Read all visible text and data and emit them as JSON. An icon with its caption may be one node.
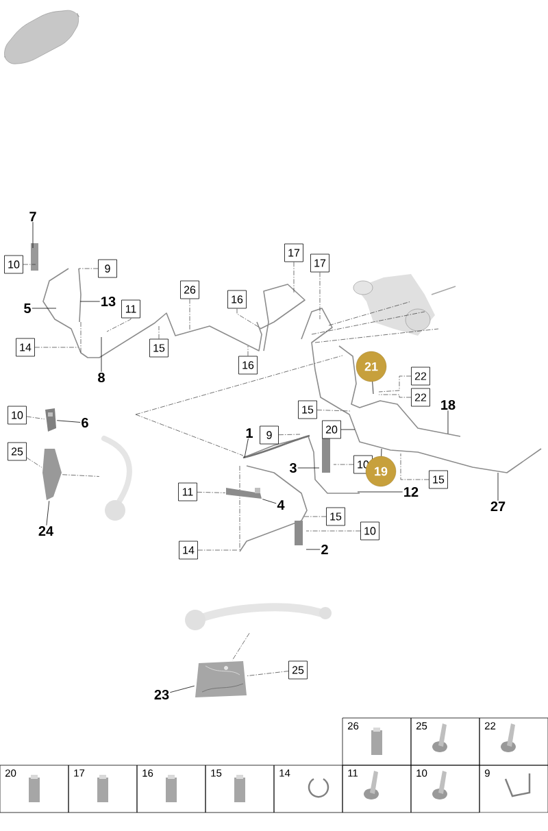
{
  "diagram": {
    "nodes": [
      {
        "text": [
          "7"
        ]
      },
      {
        "text": [
          "10"
        ]
      },
      {
        "text": [
          "9"
        ]
      },
      {
        "text": [
          "26"
        ]
      },
      {
        "text": [
          "17"
        ]
      },
      {
        "text": [
          "17"
        ]
      },
      {
        "text": [
          "16"
        ]
      },
      {
        "text": [
          "13"
        ]
      },
      {
        "text": [
          "5"
        ]
      },
      {
        "text": [
          "11"
        ]
      },
      {
        "text": [
          "14"
        ]
      },
      {
        "text": [
          "15"
        ]
      },
      {
        "text": [
          "16"
        ]
      },
      {
        "text": [
          "21"
        ]
      },
      {
        "text": [
          "22"
        ]
      },
      {
        "text": [
          "8"
        ]
      },
      {
        "text": [
          "22"
        ]
      },
      {
        "text": [
          "18"
        ]
      },
      {
        "text": [
          "15"
        ]
      },
      {
        "text": [
          "10"
        ]
      },
      {
        "text": [
          "6"
        ]
      },
      {
        "text": [
          "20"
        ]
      },
      {
        "text": [
          "1"
        ]
      },
      {
        "text": [
          "9"
        ]
      },
      {
        "text": [
          "25"
        ]
      },
      {
        "text": [
          "10"
        ]
      },
      {
        "text": [
          "3"
        ]
      },
      {
        "text": [
          "19"
        ]
      },
      {
        "text": [
          "15"
        ]
      },
      {
        "text": [
          "12"
        ]
      },
      {
        "text": [
          "27"
        ]
      },
      {
        "text": [
          "11"
        ]
      },
      {
        "text": [
          "4"
        ]
      },
      {
        "text": [
          "15"
        ]
      },
      {
        "text": [
          "24"
        ]
      },
      {
        "text": [
          "10"
        ]
      },
      {
        "text": [
          "14"
        ]
      },
      {
        "text": [
          "2"
        ]
      },
      {
        "text": [
          "25"
        ]
      },
      {
        "text": [
          "23"
        ]
      },
      {
        "text": [],
        "shape": "picture"
      },
      {
        "text": [],
        "shape": "picture"
      },
      {
        "text": [],
        "shape": "picture"
      },
      {
        "text": [],
        "shape": "picture"
      },
      {
        "text": [],
        "shape": "picture"
      },
      {
        "text": [],
        "shape": "picture"
      }
    ],
    "edges": [
      {
        "from": 0,
        "to": null,
        "arrow": "none"
      },
      {
        "from": 1,
        "to": null,
        "arrow": "none",
        "style": "dashed"
      },
      {
        "from": 2,
        "to": null,
        "arrow": "none",
        "style": "dashed"
      },
      {
        "from": 3,
        "to": null,
        "arrow": "none",
        "style": "dashed"
      },
      {
        "from": 4,
        "to": null,
        "arrow": "none",
        "style": "dashed"
      },
      {
        "from": 5,
        "to": null,
        "arrow": "none",
        "style": "dashed"
      },
      {
        "from": 6,
        "to": null,
        "arrow": "none",
        "style": "dashed"
      },
      {
        "from": 7,
        "to": null,
        "arrow": "none"
      },
      {
        "from": 8,
        "to": null,
        "arrow": "none"
      },
      {
        "from": 9,
        "to": null,
        "arrow": "none",
        "style": "dashed"
      },
      {
        "from": 10,
        "to": null,
        "arrow": "none",
        "style": "dashed"
      },
      {
        "from": 11,
        "to": null,
        "arrow": "none",
        "style": "dashed"
      },
      {
        "from": 12,
        "to": null,
        "arrow": "none",
        "style": "dashed"
      },
      {
        "from": 13,
        "to": null,
        "arrow": "none"
      },
      {
        "from": 14,
        "to": null,
        "arrow": "none",
        "style": "dashed"
      },
      {
        "from": 15,
        "to": null,
        "arrow": "none"
      },
      {
        "from": 16,
        "to": null,
        "arrow": "none",
        "style": "dashed"
      },
      {
        "from": 17,
        "to": null,
        "arrow": "none"
      },
      {
        "from": 18,
        "to": null,
        "arrow": "none",
        "style": "dashed"
      },
      {
        "from": 19,
        "to": 44,
        "arrow": "none",
        "style": "dashed"
      },
      {
        "from": 20,
        "to": 44,
        "arrow": "none"
      },
      {
        "from": 21,
        "to": null,
        "arrow": "none"
      },
      {
        "from": 22,
        "to": null,
        "arrow": "none"
      },
      {
        "from": 23,
        "to": null,
        "arrow": "none",
        "style": "dashed"
      },
      {
        "from": 24,
        "to": 40,
        "arrow": "none",
        "style": "dashed"
      },
      {
        "from": 25,
        "to": null,
        "arrow": "none",
        "style": "dashed"
      },
      {
        "from": 26,
        "to": null,
        "arrow": "none"
      },
      {
        "from": 27,
        "to": null,
        "arrow": "none"
      },
      {
        "from": 28,
        "to": null,
        "arrow": "none",
        "style": "dashed"
      },
      {
        "from": 29,
        "to": null,
        "arrow": "none"
      },
      {
        "from": 30,
        "to": null,
        "arrow": "none"
      },
      {
        "from": 31,
        "to": 45,
        "arrow": "none",
        "style": "dashed"
      },
      {
        "from": 32,
        "to": 45,
        "arrow": "none"
      },
      {
        "from": 33,
        "to": null,
        "arrow": "none",
        "style": "dashed"
      },
      {
        "from": 34,
        "to": 40,
        "arrow": "none"
      },
      {
        "from": 35,
        "to": null,
        "arrow": "none",
        "style": "dashed"
      },
      {
        "from": 36,
        "to": null,
        "arrow": "none",
        "style": "dashed"
      },
      {
        "from": 37,
        "to": null,
        "arrow": "none"
      },
      {
        "from": 38,
        "to": 43,
        "arrow": "none",
        "style": "dashed"
      },
      {
        "from": 39,
        "to": 43,
        "arrow": "none"
      },
      {
        "from": 40,
        "to": 41,
        "arrow": "none",
        "style": "dashed"
      },
      {
        "from": 42,
        "to": 43,
        "arrow": "none",
        "style": "dashed"
      }
    ],
    "labels": [
      "26",
      "25",
      "22",
      "20",
      "17",
      "16",
      "15",
      "14",
      "11",
      "10",
      "9"
    ]
  }
}
